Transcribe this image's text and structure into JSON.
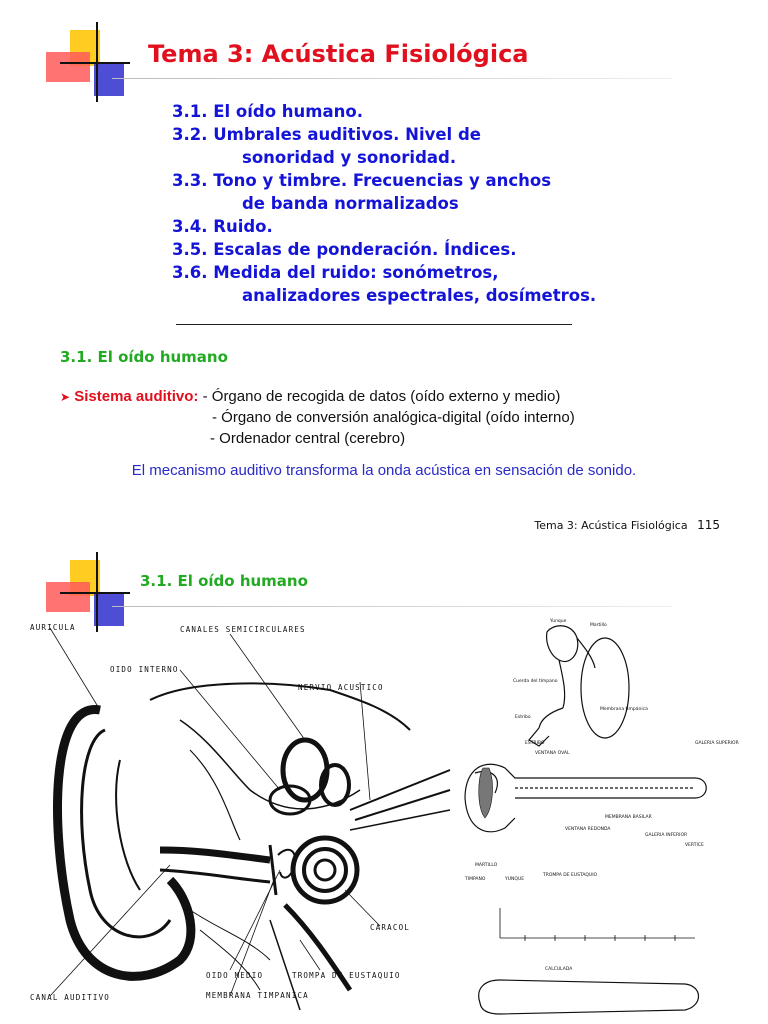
{
  "slide1": {
    "title": "Tema 3: Acústica Fisiológica",
    "toc": [
      {
        "line": "3.1. El oído humano."
      },
      {
        "line": "3.2. Umbrales auditivos. Nivel de",
        "cont": "sonoridad y sonoridad."
      },
      {
        "line": "3.3. Tono y timbre. Frecuencias y anchos",
        "cont": "de banda normalizados"
      },
      {
        "line": "3.4. Ruido."
      },
      {
        "line": "3.5. Escalas de ponderación. Índices."
      },
      {
        "line": "3.6. Medida del ruido: sonómetros,",
        "cont": "analizadores espectrales, dosímetros."
      }
    ],
    "subtitle": "3.1. El oído humano",
    "system_label": "Sistema auditivo:",
    "system_items": [
      "- Órgano de recogida de datos (oído externo y medio)",
      "- Órgano de conversión analógica-digital (oído interno)",
      "- Ordenador central (cerebro)"
    ],
    "mechanism": "El mecanismo auditivo transforma la onda acústica en sensación de sonido.",
    "footer_text": "Tema 3: Acústica Fisiológica",
    "page_number": "115",
    "colors": {
      "title": "#e0101e",
      "toc": "#1414d8",
      "subtitle": "#22aa22",
      "mechanism": "#2a2ac8"
    }
  },
  "slide2": {
    "subtitle": "3.1. El oído humano",
    "ear_labels": {
      "auricula": "AURICULA",
      "canales": "CANALES SEMICIRCULARES",
      "oido_interno": "OIDO INTERNO",
      "nervio": "NERVIO ACUSTICO",
      "caracol": "CARACOL",
      "oido_medio": "OIDO MEDIO",
      "trompa": "TROMPA DE EUSTAQUIO",
      "canal": "CANAL AUDITIVO",
      "membrana": "MEMBRANA TIMPANICA"
    },
    "detail_labels": {
      "martillo": "Martillo",
      "yunque": "Yunque",
      "cuerda": "Cuerda del tímpano",
      "estribo": "Estribo",
      "membrana_timpanica": "Membrana timpánica",
      "estribo2": "ESTRIBO",
      "ventana_oval": "VENTANA OVAL",
      "galeria_superior": "GALERIA SUPERIOR",
      "membrana_basilar": "MEMBRANA BASILAR",
      "ventana_redonda": "VENTANA REDONDA",
      "galeria_inferior": "GALERIA INFERIOR",
      "vertice": "VERTICE",
      "martillo2": "MARTILLO",
      "timpano": "TIMPANO",
      "yunque2": "YUNQUE",
      "trompa2": "TROMPA DE EUSTAQUIO",
      "calculada": "CALCULADA"
    }
  }
}
